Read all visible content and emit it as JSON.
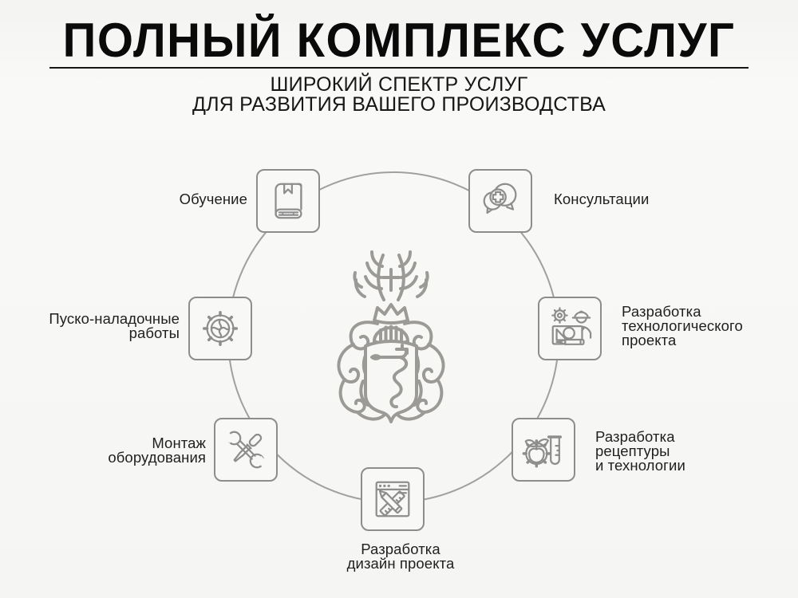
{
  "header": {
    "title": "ПОЛНЫЙ КОМПЛЕКС УСЛУГ",
    "subtitle_line1": "ШИРОКИЙ СПЕКТР УСЛУГ",
    "subtitle_line2": "ДЛЯ РАЗВИТИЯ ВАШЕГО ПРОИЗВОДСТВА"
  },
  "diagram": {
    "emblem": "heraldic-coat-of-arms-with-serpent-shield",
    "services": [
      {
        "id": "training",
        "icon": "book-icon",
        "lines": [
          "Обучение"
        ]
      },
      {
        "id": "consulting",
        "icon": "medical-chat-icon",
        "lines": [
          "Консультации"
        ]
      },
      {
        "id": "tech-project",
        "icon": "engineer-blueprint-icon",
        "lines": [
          "Разработка",
          "технологического",
          "проекта"
        ]
      },
      {
        "id": "recipe-tech",
        "icon": "gear-apple-testtube-icon",
        "lines": [
          "Разработка",
          "рецептуры",
          "и технологии"
        ]
      },
      {
        "id": "design-project",
        "icon": "pencil-ruler-window-icon",
        "lines": [
          "Разработка",
          "дизайн проекта"
        ]
      },
      {
        "id": "installation",
        "icon": "wrench-screwdriver-icon",
        "lines": [
          "Монтаж",
          "оборудования"
        ]
      },
      {
        "id": "commissioning",
        "icon": "puzzle-gear-icon",
        "lines": [
          "Пуско-наладочные",
          "работы"
        ]
      }
    ]
  },
  "colors": {
    "background": "#f7f7f5",
    "title_text": "#0a0a0a",
    "subtitle_text": "#171717",
    "label_text": "#1f1f1f",
    "icon_stroke": "#8d8d8d",
    "circle_stroke": "#a0a09e",
    "emblem_stroke": "#9c9a96"
  }
}
